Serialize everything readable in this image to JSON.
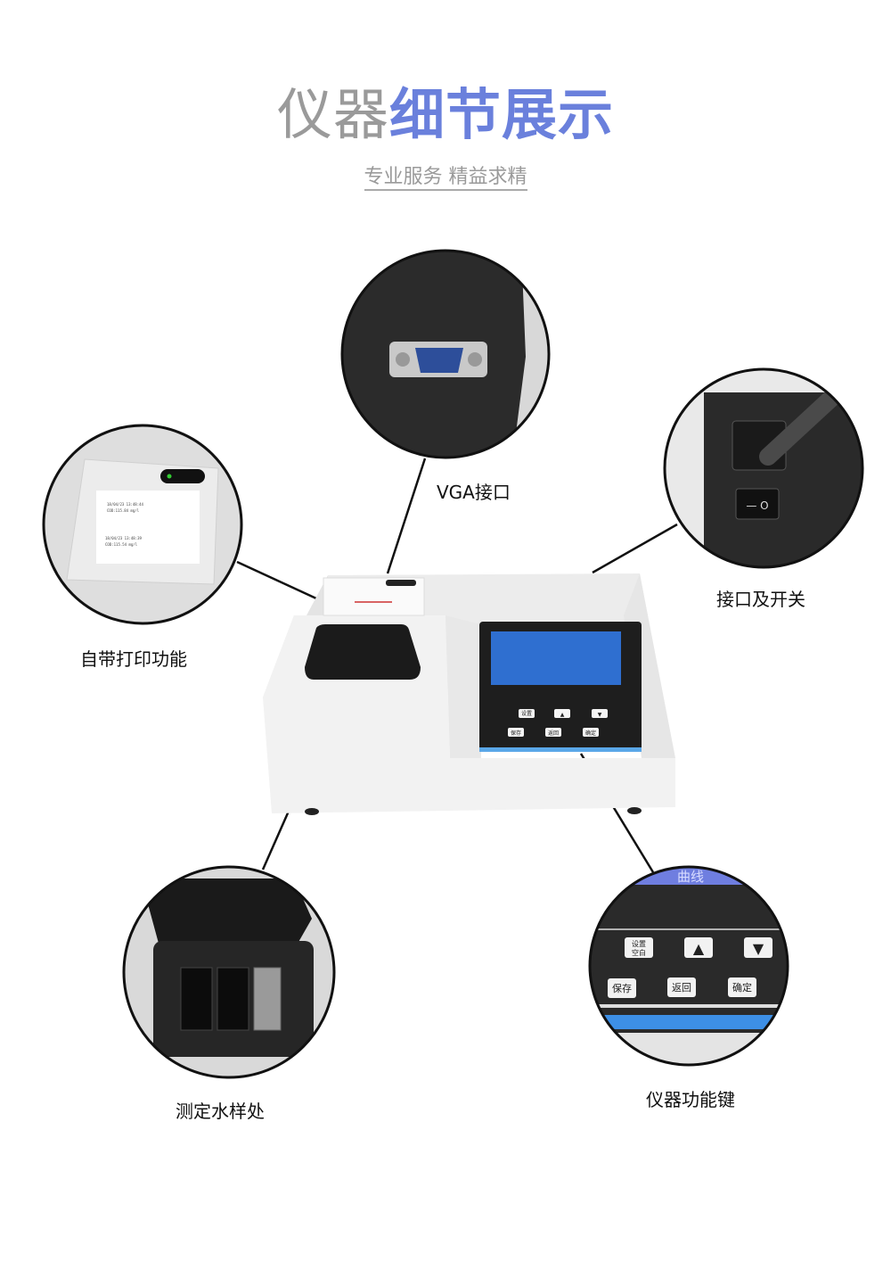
{
  "header": {
    "title_gray": "仪器",
    "title_blue": "细节展示",
    "subtitle": "专业服务  精益求精"
  },
  "callouts": {
    "vga": "VGA接口",
    "power": "接口及开关",
    "printer": "自带打印功能",
    "sample": "测定水样处",
    "keys": "仪器功能键"
  },
  "printer_receipt": {
    "line1": "18/04/23  13:48:44",
    "line2": "COD:115.84 mg/l",
    "line3": "18/04/23  13:48:39",
    "line4": "COD:115.54 mg/l"
  },
  "keypad": {
    "setup_top": "设置",
    "setup_bottom": "空白",
    "up": "▲",
    "down": "▼",
    "save": "保存",
    "back": "返回",
    "confirm": "确定",
    "screen_text": "曲线"
  },
  "colors": {
    "accent": "#6a80dc",
    "screen": "#2f6fd0"
  }
}
